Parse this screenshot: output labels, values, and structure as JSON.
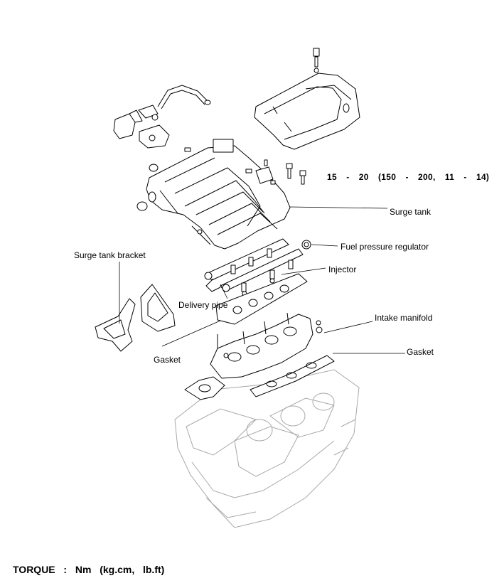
{
  "labels": {
    "torque_value": "15  -  20  (150  -  200,  11  -  14)",
    "surge_tank": "Surge tank",
    "fuel_pressure_regulator": "Fuel pressure regulator",
    "surge_tank_bracket": "Surge tank bracket",
    "injector": "Injector",
    "delivery_pipe": "Delivery pipe",
    "intake_manifold": "Intake manifold",
    "gasket_left": "Gasket",
    "gasket_right": "Gasket",
    "torque_unit": "TORQUE  :  Nm  (kg.cm,  lb.ft)"
  },
  "colors": {
    "line": "#000000",
    "engine_block": "#a8a8a8",
    "background": "#ffffff"
  }
}
